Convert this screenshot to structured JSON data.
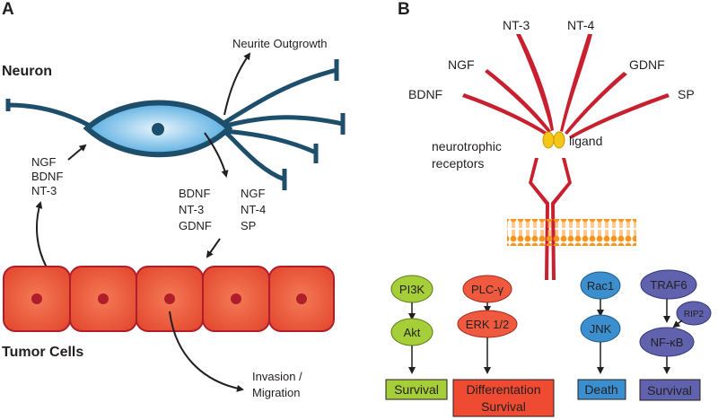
{
  "panel_a": {
    "panel_label": "A",
    "neuron_label": "Neuron",
    "tumor_label": "Tumor Cells",
    "neurite_label": "Neurite Outgrowth",
    "factors_to_neuron": [
      "NGF",
      "BDNF",
      "NT-3"
    ],
    "factors_from_neuron_left": [
      "BDNF",
      "NT-3",
      "GDNF"
    ],
    "factors_from_neuron_right": [
      "NGF",
      "NT-4",
      "SP"
    ],
    "invasion_label": [
      "Invasion /",
      "Migration"
    ]
  },
  "panel_b": {
    "panel_label": "B",
    "ligands": {
      "nt3": "NT-3",
      "nt4": "NT-4",
      "ngf": "NGF",
      "gdnf": "GDNF",
      "bdnf": "BDNF",
      "sp": "SP"
    },
    "ligand_label": "ligand",
    "receptor_label": [
      "neurotrophic",
      "receptors"
    ],
    "pathways": {
      "pi3k": "PI3K",
      "akt": "Akt",
      "survival1": "Survival",
      "plc": "PLC-γ",
      "erk": "ERK 1/2",
      "differentiation": [
        "Differentation",
        "Survival"
      ],
      "rac1": "Rac1",
      "jnk": "JNK",
      "death": "Death",
      "traf6": "TRAF6",
      "rip2": "RIP2",
      "nfkb": "NF-κB",
      "survival2": "Survival"
    }
  },
  "colors": {
    "neuron_outline": "#1d4e6b",
    "neuron_fill": "#5bb0de",
    "tumor_fill": "#ec5a3a",
    "tumor_nucleus": "#b01e2b",
    "receptor": "#c8202f",
    "ligand": "#f5c518",
    "membrane": "#f7941d",
    "green": "#a6ce39",
    "red": "#ef5a3f",
    "blue": "#3b8fcf",
    "purple": "#6062ad"
  }
}
